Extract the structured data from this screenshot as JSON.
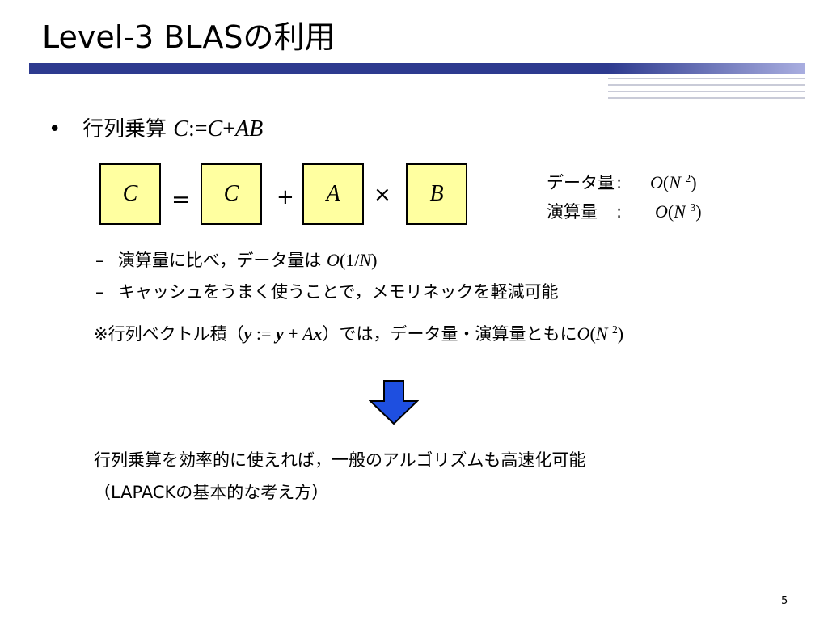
{
  "slide": {
    "title": "Level-3 BLASの利用",
    "page_number": "5"
  },
  "bullet": {
    "symbol": "•",
    "text": "行列乗算 ",
    "formula_C": "C",
    "formula_assign": ":=",
    "formula_C2": "C",
    "formula_plus": "+",
    "formula_AB": "AB"
  },
  "diagram": {
    "box_c1": "C",
    "equals": "=",
    "box_c2": "C",
    "plus": "+",
    "box_a": "A",
    "times": "×",
    "box_b": "B",
    "box_fill": "#ffffa0"
  },
  "costs": {
    "data_label": "データ量",
    "data_sep": ":",
    "data_o": "O",
    "data_open": "(",
    "data_n": "N ",
    "data_exp": "2",
    "data_close": ")",
    "comp_label": "演算量",
    "comp_sep": ":",
    "comp_o": "O",
    "comp_open": "(",
    "comp_n": "N ",
    "comp_exp": "3",
    "comp_close": ")"
  },
  "sub_bullets": {
    "dash": "–",
    "item1_text": "演算量に比べ，データ量は ",
    "item1_o": "O",
    "item1_arg_open": "(1/",
    "item1_arg_n": "N",
    "item1_arg_close": ")",
    "item2_text": "キャッシュをうまく使うことで，メモリネックを軽減可能"
  },
  "note": {
    "prefix": "※行列ベクトル積（",
    "y1": "y",
    "assign": " := ",
    "y2": "y",
    "plus": " + ",
    "a": "A",
    "x": "x",
    "suffix": "）では，データ量・演算量ともに",
    "o": "O",
    "open": "(",
    "n": "N ",
    "exp": "2",
    "close": ")"
  },
  "arrow": {
    "fill": "#1e4fe0",
    "stroke": "#000000"
  },
  "conclusion": {
    "line1": "行列乗算を効率的に使えれば，一般のアルゴリズムも高速化可能",
    "line2": "（LAPACKの基本的な考え方）"
  },
  "colors": {
    "title_bar": "#2d3a8f",
    "title_bar_fade": "#a9aee0",
    "stripes": "#c9cbd8"
  }
}
